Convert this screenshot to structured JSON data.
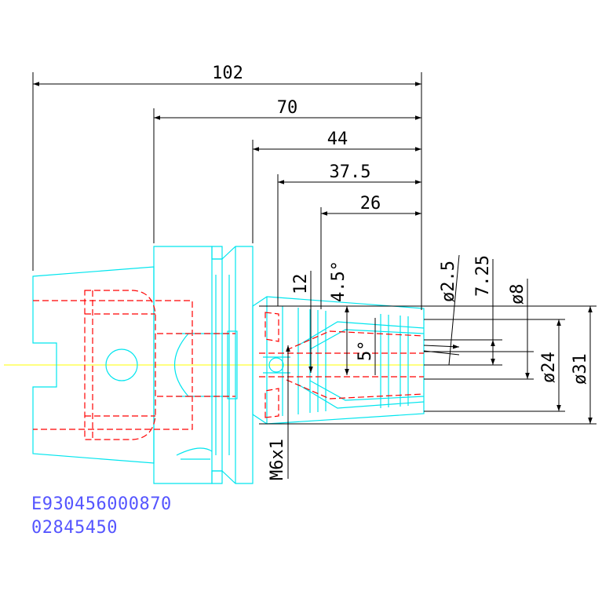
{
  "drawing": {
    "colors": {
      "outline": "#00e5ee",
      "hidden": "#ff0000",
      "centerline": "#ffff00",
      "dimension": "#000000",
      "code_text": "#5555ff"
    },
    "dimensions": {
      "overall_length": "102",
      "flange_length": "70",
      "nose_length": "44",
      "collet_length": "37.5",
      "clamp_length": "26",
      "angle_outer": "4.5°",
      "angle_inner": "5°",
      "depth": "12",
      "thread": "M6x1",
      "dia_small": "ø2.5",
      "dia_step": "7.25",
      "dia_bore": "ø8",
      "dia_body": "ø24",
      "dia_outer": "ø31"
    },
    "part_codes": [
      "E930456000870",
      "02845450"
    ]
  }
}
